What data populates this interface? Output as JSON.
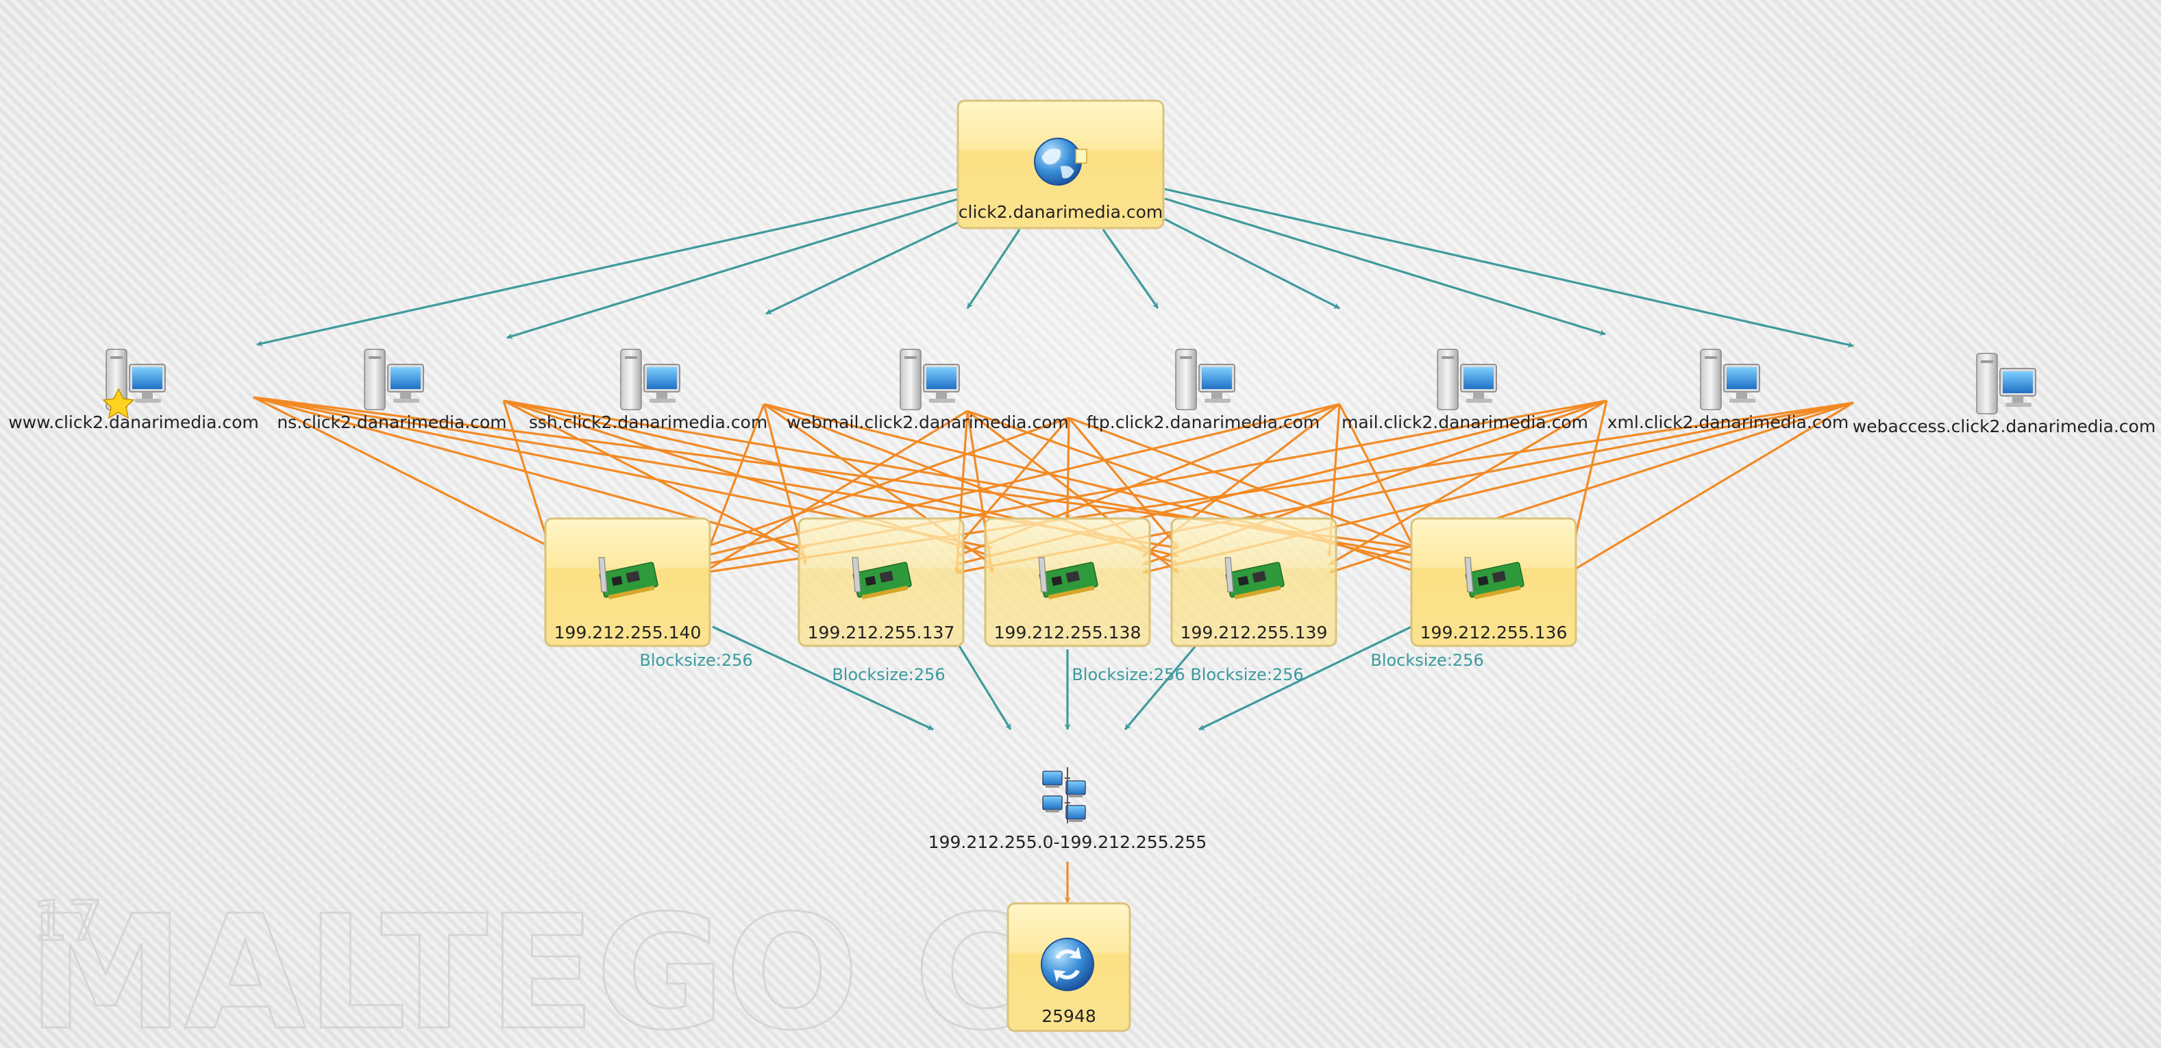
{
  "domain": {
    "label": "click2.danarimedia.com",
    "icon": "domain-globe-icon"
  },
  "dns_names": [
    {
      "id": "www",
      "label": "www.click2.danarimedia.com",
      "icon": "website-server-icon"
    },
    {
      "id": "ns",
      "label": "ns.click2.danarimedia.com",
      "icon": "server-computer-icon"
    },
    {
      "id": "ssh",
      "label": "ssh.click2.danarimedia.com",
      "icon": "server-computer-icon"
    },
    {
      "id": "webmail",
      "label": "webmail.click2.danarimedia.com",
      "icon": "server-computer-icon"
    },
    {
      "id": "ftp",
      "label": "ftp.click2.danarimedia.com",
      "icon": "server-computer-icon"
    },
    {
      "id": "mail",
      "label": "mail.click2.danarimedia.com",
      "icon": "server-computer-icon"
    },
    {
      "id": "xml",
      "label": "xml.click2.danarimedia.com",
      "icon": "server-computer-icon"
    },
    {
      "id": "webaccess",
      "label": "webaccess.click2.danarimedia.com",
      "icon": "server-computer-icon"
    }
  ],
  "ip_addresses": [
    {
      "id": "ip140",
      "label": "199.212.255.140",
      "icon": "network-card-icon",
      "edge_label": "Blocksize:256"
    },
    {
      "id": "ip137",
      "label": "199.212.255.137",
      "icon": "network-card-icon",
      "edge_label": "Blocksize:256"
    },
    {
      "id": "ip138",
      "label": "199.212.255.138",
      "icon": "network-card-icon",
      "edge_label": "Blocksize:256"
    },
    {
      "id": "ip139",
      "label": "199.212.255.139",
      "icon": "network-card-icon",
      "edge_label": "Blocksize:256"
    },
    {
      "id": "ip136",
      "label": "199.212.255.136",
      "icon": "network-card-icon",
      "edge_label": "Blocksize:256"
    }
  ],
  "netblock": {
    "label": "199.212.255.0-199.212.255.255",
    "icon": "netblock-icon"
  },
  "as_number": {
    "label": "25948",
    "icon": "as-globe-icon"
  },
  "watermark": {
    "text": "MALTEGO CL",
    "number": "17"
  },
  "colors": {
    "teal_edge": "#3f9a9c",
    "orange_edge": "#f28a24",
    "node_fill": "#fbe48a",
    "node_border": "#d9c27a",
    "edge_label": "#3a9a9e"
  }
}
